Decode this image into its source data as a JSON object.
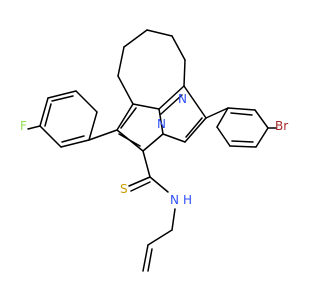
{
  "molecule": {
    "atom_labels": {
      "fluorine": "F",
      "bromine": "Br",
      "sulfur": "S",
      "amide_nitrogen": "N",
      "amide_hydrogen": "H",
      "ring_nitrogen_upper": "N",
      "ring_nitrogen_lower": "N"
    },
    "colors": {
      "fluorine": "#90E050",
      "bromine": "#A62929",
      "sulfur": "#C8A000",
      "nitrogen": "#3050F8",
      "bond": "#000000",
      "background": "#ffffff"
    }
  }
}
